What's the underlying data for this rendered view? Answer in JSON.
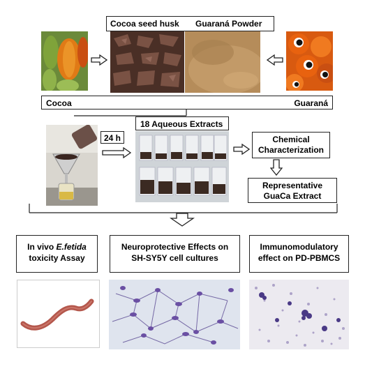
{
  "top": {
    "header_left": "Cocoa seed husk",
    "header_right": "Guaraná Powder",
    "label_cocoa": "Cocoa",
    "label_guarana": "Guaraná"
  },
  "middle": {
    "time_label": "24 h",
    "extracts_title": "18 Aqueous Extracts",
    "chem_title": "Chemical Characterization",
    "rep_title": "Representative GuaCa Extract"
  },
  "bottom": {
    "assay_line1_prefix": "In vivo ",
    "assay_line1_italic": "E.fetida",
    "assay_line2": "toxicity Assay",
    "neuro_line1": "Neuroprotective Effects on",
    "neuro_line2": "SH-SY5Y cell cultures",
    "immuno_line1": "Immunomodulatory",
    "immuno_line2": "effect on PD-PBMCS"
  },
  "colors": {
    "cocoa_orange": "#e07a16",
    "cocoa_green": "#7fa33a",
    "husk_brown": "#5a3a2e",
    "powder_tan": "#b58c5a",
    "guarana_orange": "#e8620f",
    "stain_purple": "#6a4fa3",
    "worm_red": "#b4574c"
  }
}
